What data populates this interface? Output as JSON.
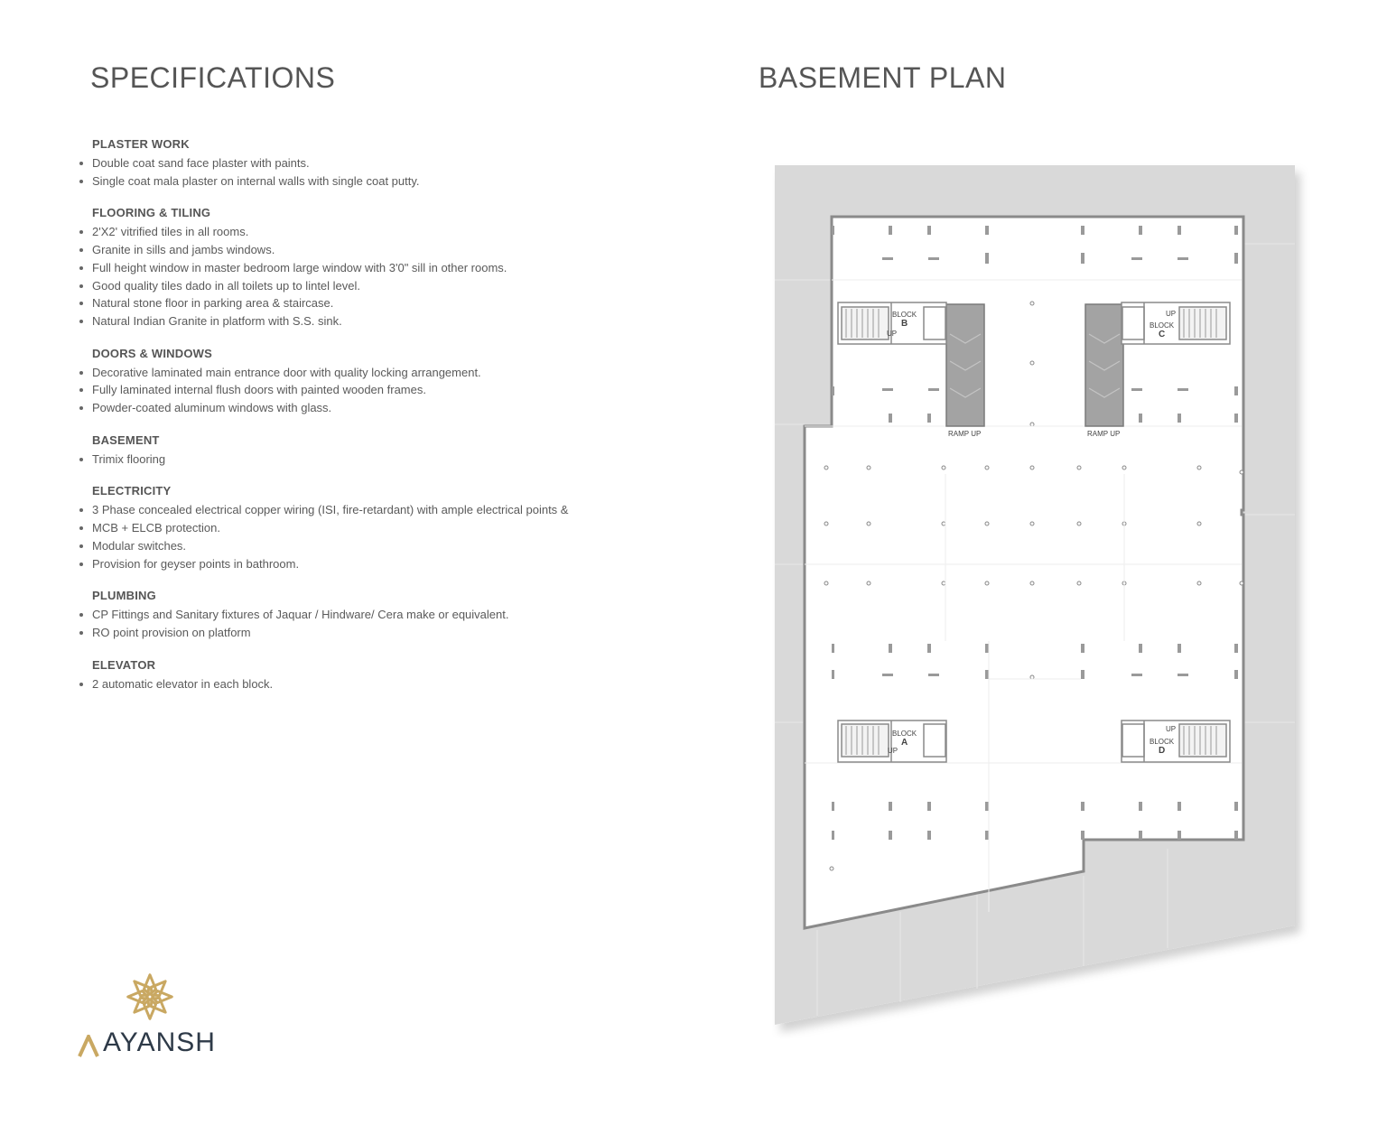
{
  "headings": {
    "specifications": "SPECIFICATIONS",
    "basement_plan": "BASEMENT PLAN"
  },
  "sections": [
    {
      "title": "PLASTER WORK",
      "items": [
        "Double coat sand face plaster with paints.",
        "Single coat mala plaster on internal walls with single coat putty."
      ]
    },
    {
      "title": "FLOORING & TILING",
      "items": [
        "2'X2' vitrified tiles in all rooms.",
        "Granite in sills and jambs windows.",
        "Full height window in master bedroom large window with 3'0\" sill in other rooms.",
        "Good quality tiles dado in all toilets up to lintel level.",
        "Natural stone floor in parking area & staircase.",
        "Natural Indian Granite in platform with S.S. sink."
      ]
    },
    {
      "title": "DOORS & WINDOWS",
      "items": [
        "Decorative laminated main entrance door with quality locking arrangement.",
        "Fully laminated internal flush doors with painted wooden frames.",
        "Powder-coated aluminum windows with glass."
      ]
    },
    {
      "title": "BASEMENT",
      "items": [
        "Trimix flooring"
      ]
    },
    {
      "title": "ELECTRICITY",
      "items": [
        "3 Phase concealed electrical copper wiring (ISI, fire-retardant) with ample electrical points &",
        "MCB + ELCB protection.",
        "Modular switches.",
        "Provision for geyser points in bathroom."
      ]
    },
    {
      "title": "PLUMBING",
      "items": [
        "CP Fittings and Sanitary fixtures of Jaquar / Hindware/ Cera make or equivalent.",
        "RO point provision on platform"
      ]
    },
    {
      "title": "ELEVATOR",
      "items": [
        "2 automatic elevator in each block."
      ]
    }
  ],
  "plan": {
    "block_word": "BLOCK",
    "block_b": "B",
    "block_c": "C",
    "block_a": "A",
    "block_d": "D",
    "up": "UP",
    "ramp_up": "RAMP UP"
  },
  "logo": {
    "text": "AYANSH"
  },
  "colors": {
    "gold": "#c9a862",
    "navy": "#2e3a48",
    "site": "#d9d9d9",
    "ramp": "#9a9a9a"
  }
}
